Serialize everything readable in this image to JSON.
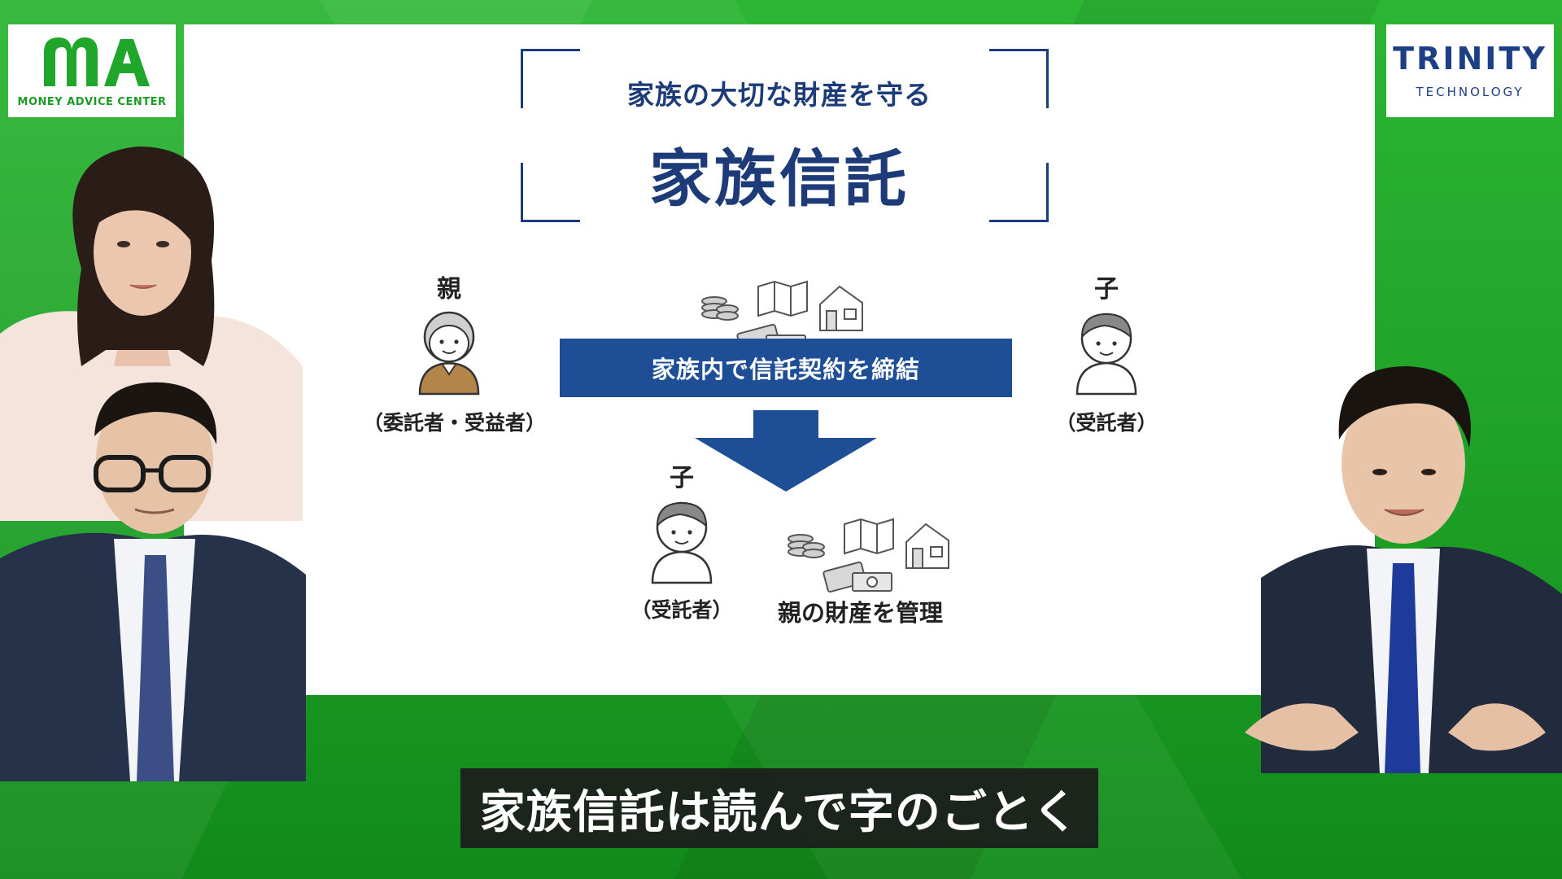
{
  "logos": {
    "left": {
      "mark": "MA",
      "caption": "MONEY ADVICE CENTER",
      "brand_color": "#1b9a27"
    },
    "right": {
      "name": "TRINITY",
      "sub": "TECHNOLOGY",
      "brand_color": "#1c3f86"
    }
  },
  "slide": {
    "subtitle": "家族の大切な財産を守る",
    "title": "家族信託",
    "parent_label": "親",
    "parent_caption": "（委託者・受益者）",
    "child_label_top": "子",
    "child_caption_top": "（受託者）",
    "contract": "家族内で信託契約を締結",
    "child_label_bottom": "子",
    "child_caption_bottom": "（受託者）",
    "manage": "親の財産を管理",
    "accent_color": "#1e4f96"
  },
  "caption": "家族信託は読んで字のごとく"
}
